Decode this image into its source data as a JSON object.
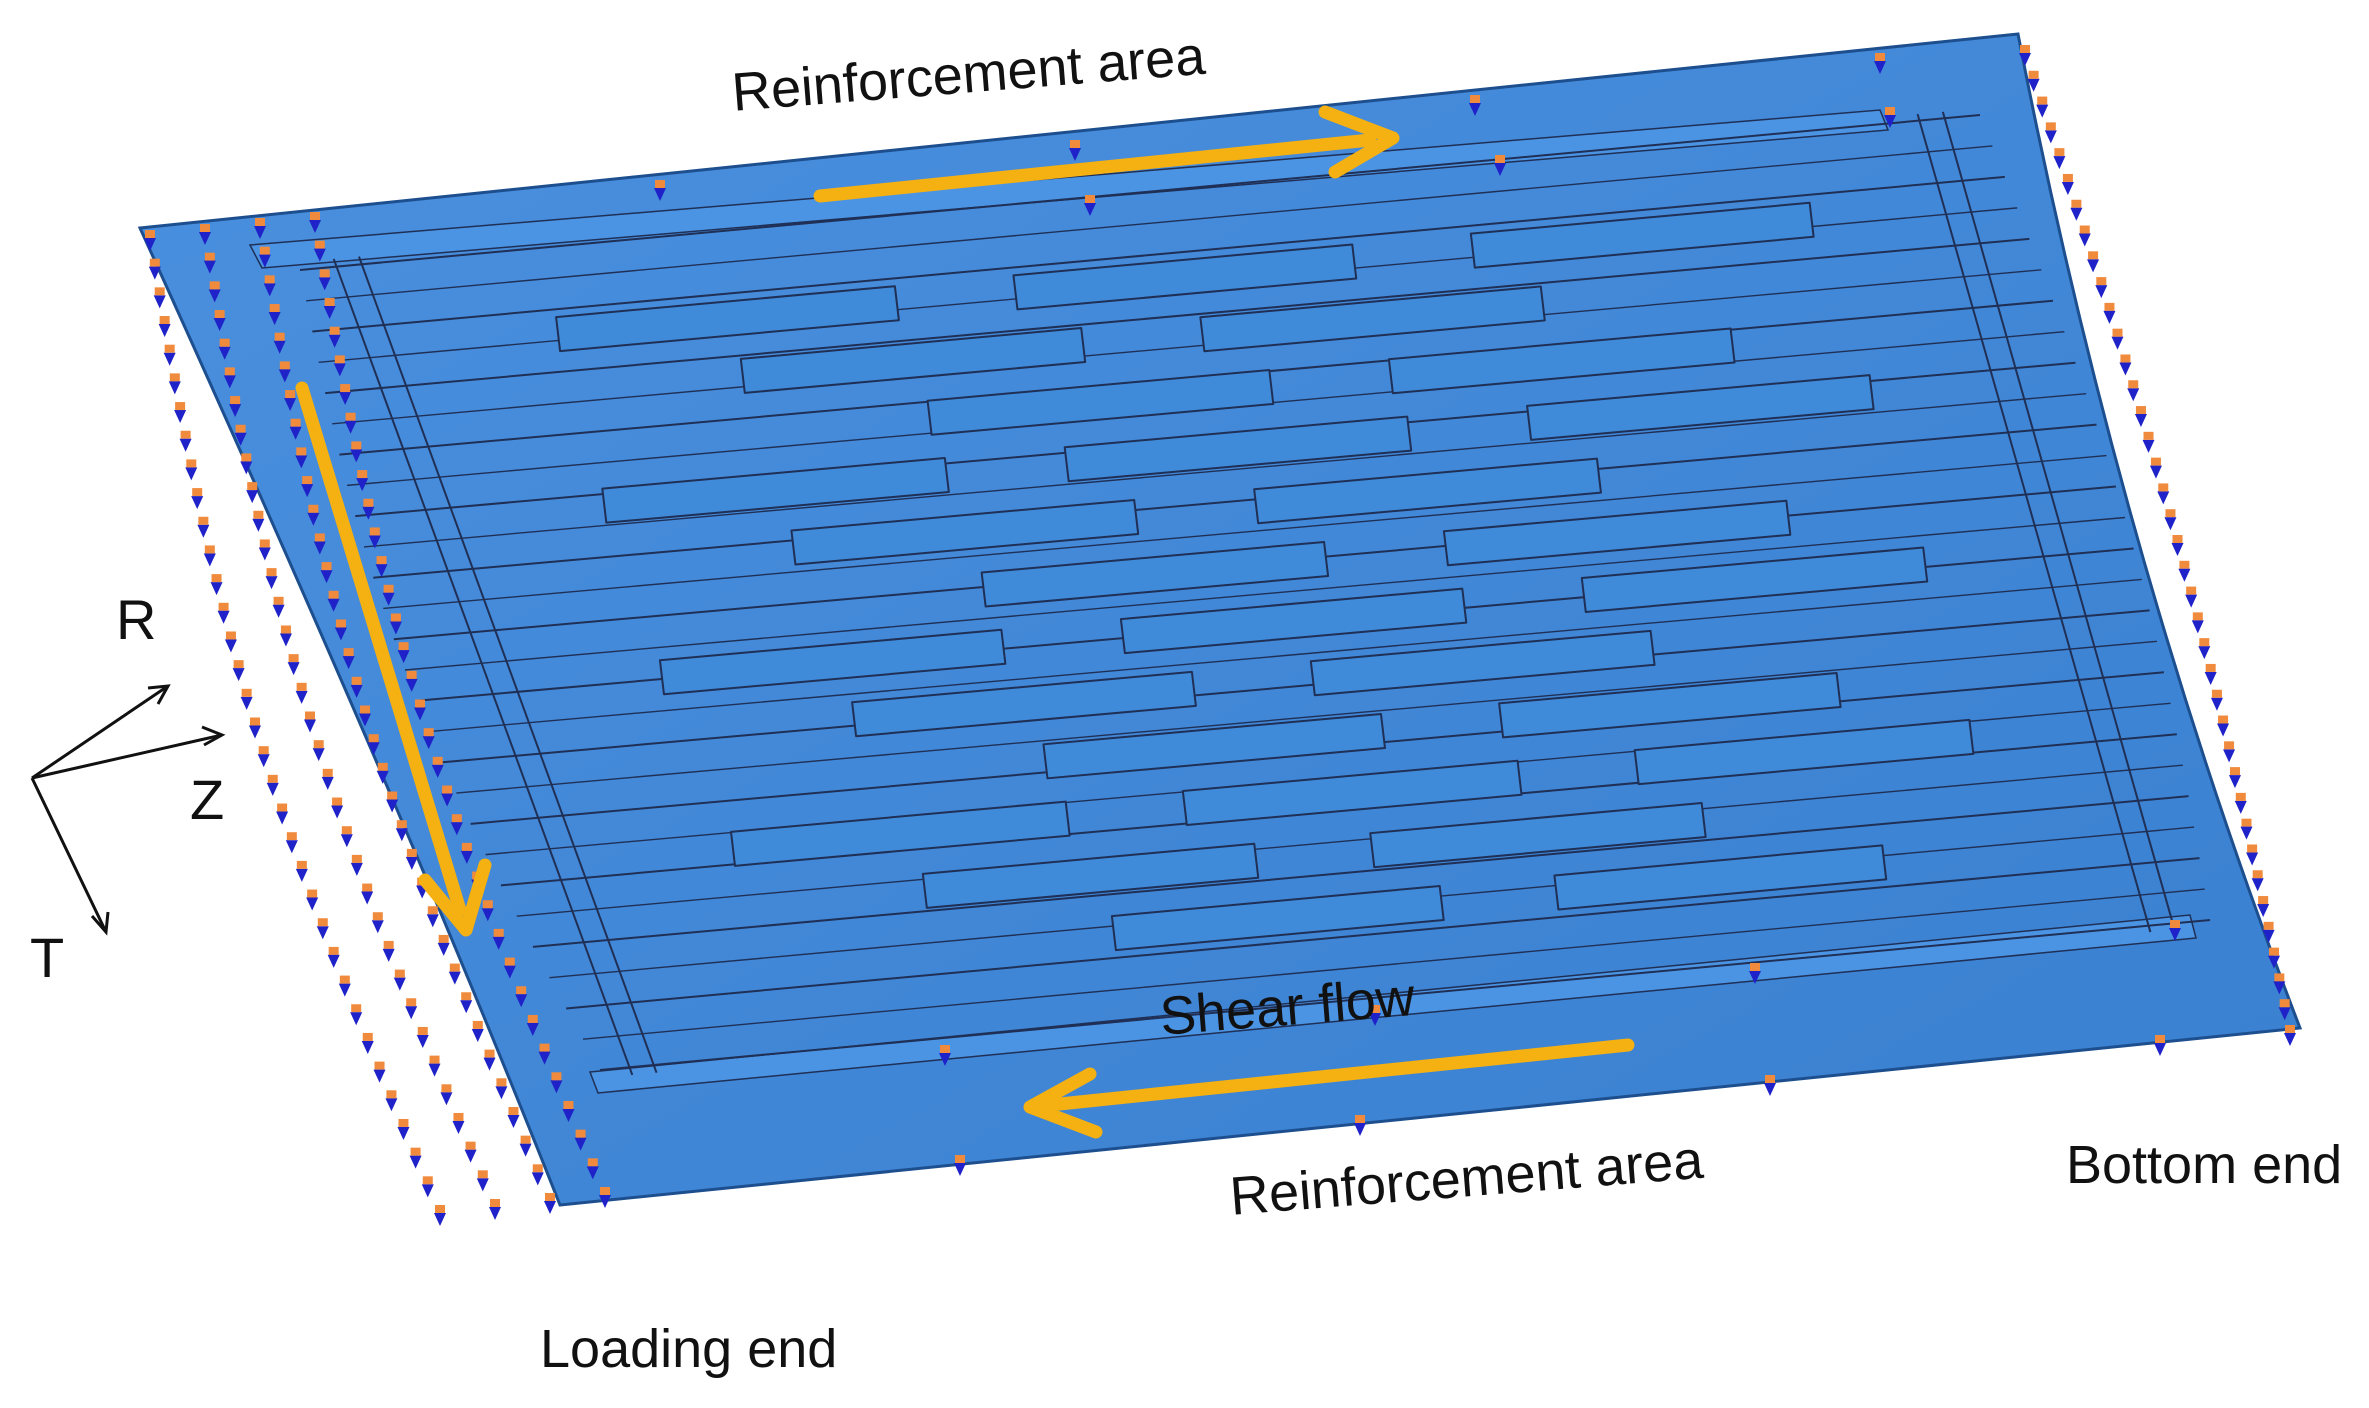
{
  "labels": {
    "reinforcement_top": "Reinforcement area",
    "reinforcement_bottom": "Reinforcement area",
    "shear_flow": "Shear flow",
    "loading_end": "Loading end",
    "bottom_end": "Bottom end"
  },
  "axes": {
    "r": "R",
    "z": "Z",
    "t": "T"
  },
  "colors": {
    "panel_fill": "#3d86d6",
    "panel_edge": "#1d4f8f",
    "grid_line": "#1f2f55",
    "arrow": "#f5b012",
    "constraint_blue": "#1f22c8",
    "constraint_orange": "#f08a3c",
    "text": "#111111"
  },
  "icons": {
    "flow_arrow": "arrow-right-icon",
    "constraint_marker": "boundary-condition-icon",
    "triad": "coordinate-triad-icon"
  }
}
